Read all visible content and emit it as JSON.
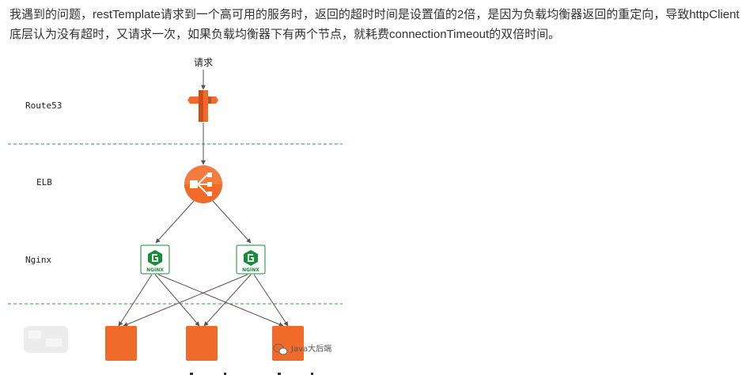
{
  "paragraph": "我遇到的问题，restTemplate请求到一个高可用的服务时，返回的超时时间是设置值的2倍，是因为负载均衡器返回的重定向，导致httpClient底层认为没有超时，又请求一次，如果负载均衡器下有两个节点，就耗费connectionTimeout的双倍时间。",
  "diagram": {
    "request_label": "请求",
    "layers": {
      "route53": "Route53",
      "elb": "ELB",
      "nginx": "Nginx"
    },
    "nginx_badge": "NGINX",
    "watermark": "Java大后端",
    "colors": {
      "aws_orange": "#F06A2A",
      "nginx_green": "#1B8A3A",
      "divider_green": "#2E9B4E",
      "line_gray": "#555555"
    }
  }
}
